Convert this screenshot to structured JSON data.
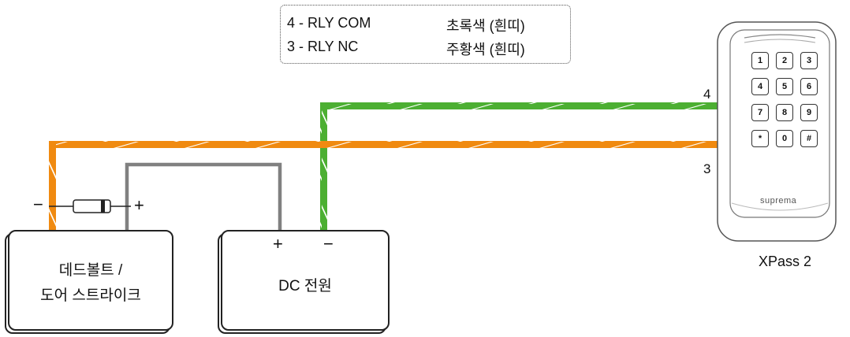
{
  "legend": {
    "rows": [
      {
        "terminal": "4 - RLY COM",
        "color_desc": "초록색 (흰띠)"
      },
      {
        "terminal": "3 - RLY NC",
        "color_desc": "주황색 (흰띠)"
      }
    ]
  },
  "wire_colors": {
    "green": "#4caf32",
    "orange": "#f08a10",
    "gray": "#808080",
    "stripe": "#ffffff"
  },
  "terminals": {
    "green_wire_label": "4",
    "orange_wire_label": "3"
  },
  "diode": {
    "minus_label": "−",
    "plus_label": "+"
  },
  "lock_box": {
    "line1": "데드볼트 /",
    "line2": "도어 스트라이크"
  },
  "power_box": {
    "label": "DC  전원",
    "plus_label": "+",
    "minus_label": "−"
  },
  "device": {
    "name": "XPass 2",
    "brand": "suprema",
    "keys": [
      "1",
      "2",
      "3",
      "4",
      "5",
      "6",
      "7",
      "8",
      "9",
      "*",
      "0",
      "#"
    ]
  }
}
